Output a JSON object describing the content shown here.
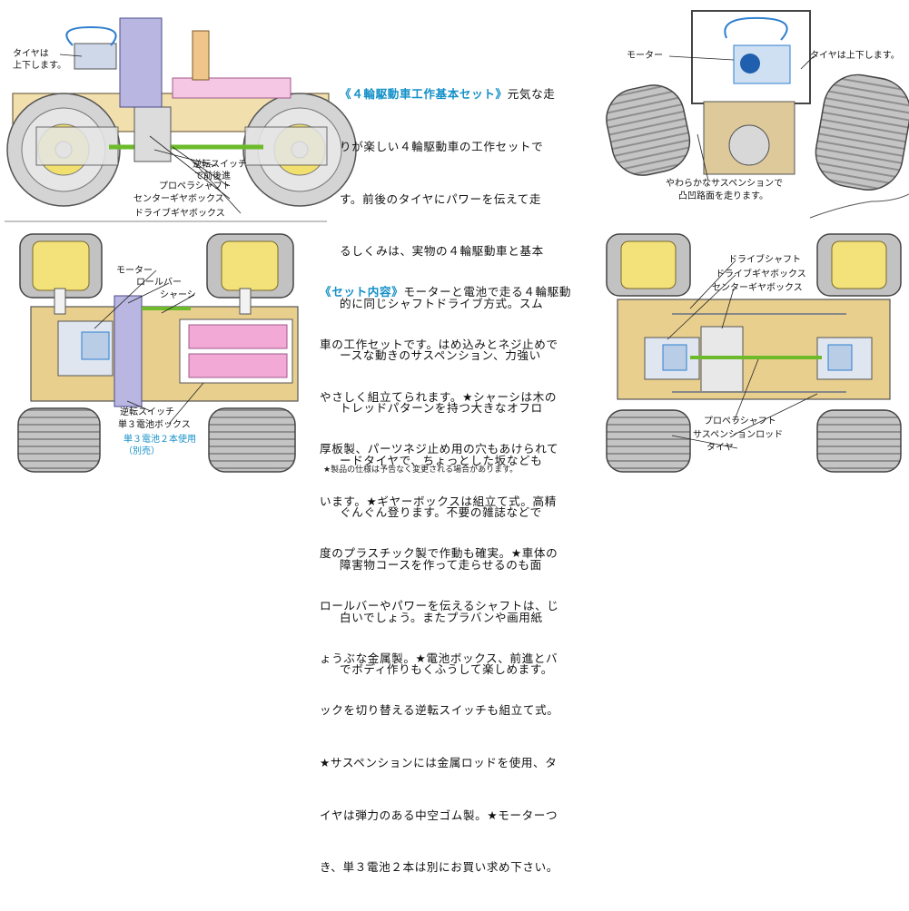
{
  "intro": {
    "heading": "《４輪駆動車工作基本セット》",
    "lines": [
      "元気な走",
      "りが楽しい４輪駆動車の工作セットで",
      "す。前後のタイヤにパワーを伝えて走",
      "るしくみは、実物の４輪駆動車と基本",
      "的に同じシャフトドライブ方式。スム",
      "ースな動きのサスペンション、力強い",
      "トレッドパターンを持つ大きなオフロ",
      "ードタイヤで、ちょっとした坂なども",
      "ぐんぐん登ります。不要の雑誌などで",
      "障害物コースを作って走らせるのも面",
      "白いでしょう。またプラバンや画用紙",
      "でボディ作りもくふうして楽しめます。"
    ]
  },
  "contents": {
    "heading": "《セット内容》",
    "lines": [
      "モーターと電池で走る４輪駆動",
      "車の工作セットです。はめ込みとネジ止めで",
      "やさしく組立てられます。★シャーシは木の",
      "厚板製、パーツネジ止め用の穴もあけられて",
      "います。★ギヤーボックスは組立て式。高精",
      "度のプラスチック製で作動も確実。★車体の",
      "ロールバーやパワーを伝えるシャフトは、じ",
      "ょうぶな金属製。★電池ボックス、前進とバ",
      "ックを切り替える逆転スイッチも組立て式。",
      "★サスペンションには金属ロッドを使用、タ",
      "イヤは弾力のある中空ゴム製。★モーターつ",
      "き、単３電池２本は別にお買い求め下さい。"
    ]
  },
  "footnote": "★製品の仕様は予告なく変更される場合があります。",
  "labels": {
    "tire_updown_left_1": "タイヤは",
    "tire_updown_left_2": "上下します。",
    "reverse_switch_1": "逆転スイッチ",
    "reverse_switch_2": "で前後進",
    "propeller_shaft": "プロペラシャフト",
    "center_gearbox": "センターギヤボックス",
    "drive_gearbox": "ドライブギヤボックス",
    "motor_right": "モーター",
    "tire_updown_right": "タイヤは上下します。",
    "suspension_note_1": "やわらかなサスペンションで",
    "suspension_note_2": "凸凹路面を走ります。",
    "motor_bl": "モーター",
    "rollbar_bl": "ロールバー",
    "chassis_bl": "シャーシ",
    "reverse_switch_bl": "逆転スイッチ",
    "battery_box_bl": "単３電池ボックス",
    "battery_use_1": "単３電池２本使用",
    "battery_use_2": "（別売）",
    "drive_shaft_br": "ドライブシャフト",
    "drive_gearbox_br": "ドライブギヤボックス",
    "center_gearbox_br": "センターギヤボックス",
    "propeller_shaft_br": "プロペラシャフト",
    "suspension_rod_br": "サスペンションロッド",
    "tire_br": "タイヤ"
  },
  "colors": {
    "heading_blue": "#1490c8",
    "chassis_wood": "#e9cf8e",
    "tire_gray": "#b9b9b9",
    "wheel_yellow": "#f3e27a",
    "battery_pink": "#f2a9d6",
    "rollbar_violet": "#b9b7e2"
  }
}
